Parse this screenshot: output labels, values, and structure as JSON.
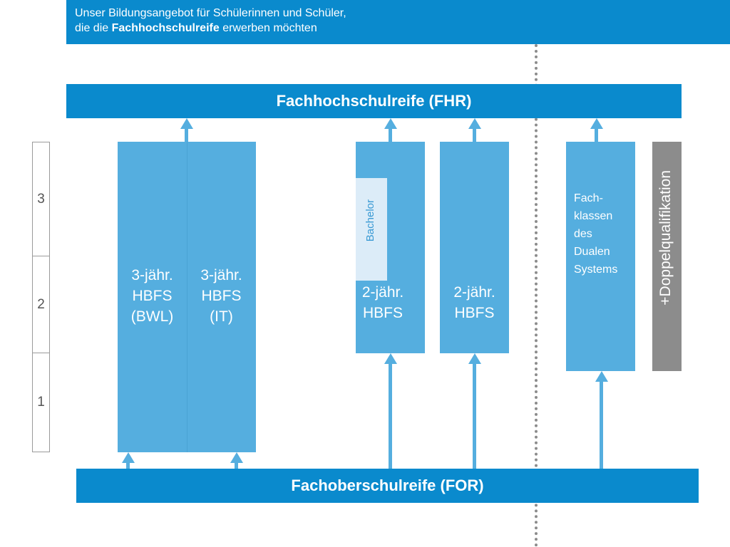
{
  "header": {
    "line1": "Unser Bildungsangebot für Schülerinnen und Schüler,",
    "line2_prefix": "die die ",
    "line2_bold": "Fachhochschulreife",
    "line2_suffix": " erwerben möchten"
  },
  "top_bar": {
    "label": "Fachhochschulreife (FHR)"
  },
  "bottom_bar": {
    "label": "Fachoberschulreife (FOR)"
  },
  "scale": {
    "years": [
      "3",
      "2",
      "1"
    ]
  },
  "boxes": {
    "hbfs_bwl": {
      "line1": "3-jähr.",
      "line2": "HBFS",
      "line3": "(BWL)"
    },
    "hbfs_it": {
      "line1": "3-jähr.",
      "line2": "HBFS",
      "line3": "(IT)"
    },
    "hbfs_bachelor": {
      "line1": "2-jähr.",
      "line2": "HBFS",
      "tag": "Bachelor"
    },
    "hbfs_2": {
      "line1": "2-jähr.",
      "line2": "HBFS"
    },
    "fachklassen": {
      "lines": [
        "Fach-",
        "klassen",
        "des",
        "Dualen",
        "Systems"
      ]
    },
    "doppel": {
      "label": "+Doppelqualifikation"
    }
  },
  "colors": {
    "dark_blue": "#0a8acd",
    "light_blue": "#55aedf",
    "pale_blue": "#dcecf8",
    "gray": "#8c8c8c"
  }
}
